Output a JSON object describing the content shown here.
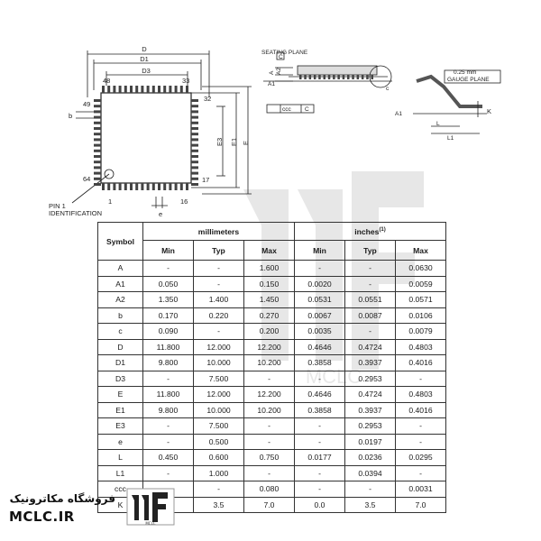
{
  "drawing": {
    "labels": {
      "D": "D",
      "D1": "D1",
      "D3": "D3",
      "E": "E",
      "E1": "E1",
      "E3": "E3",
      "pin48": "48",
      "pin33": "33",
      "pin49": "49",
      "pin32": "32",
      "pin64": "64",
      "pin17": "17",
      "pin1": "1",
      "pin16": "16",
      "b": "b",
      "e": "e",
      "pin1_id_line1": "PIN 1",
      "pin1_id_line2": "IDENTIFICATION",
      "seating_plane": "SEATING PLANE",
      "C": "C",
      "A": "A",
      "A1": "A1",
      "A2": "A2",
      "c": "c",
      "ccc": "ccc",
      "gauge_value": "0.25 mm",
      "gauge_plane": "GAUGE PLANE",
      "K": "K",
      "L": "L",
      "L1": "L1"
    }
  },
  "table": {
    "header": {
      "symbol": "Symbol",
      "millimeters": "millimeters",
      "inches": "inches",
      "inches_note": "(1)",
      "cols": [
        "Min",
        "Typ",
        "Max",
        "Min",
        "Typ",
        "Max"
      ]
    },
    "rows": [
      [
        "A",
        "-",
        "-",
        "1.600",
        "-",
        "-",
        "0.0630"
      ],
      [
        "A1",
        "0.050",
        "-",
        "0.150",
        "0.0020",
        "-",
        "0.0059"
      ],
      [
        "A2",
        "1.350",
        "1.400",
        "1.450",
        "0.0531",
        "0.0551",
        "0.0571"
      ],
      [
        "b",
        "0.170",
        "0.220",
        "0.270",
        "0.0067",
        "0.0087",
        "0.0106"
      ],
      [
        "c",
        "0.090",
        "-",
        "0.200",
        "0.0035",
        "-",
        "0.0079"
      ],
      [
        "D",
        "11.800",
        "12.000",
        "12.200",
        "0.4646",
        "0.4724",
        "0.4803"
      ],
      [
        "D1",
        "9.800",
        "10.000",
        "10.200",
        "0.3858",
        "0.3937",
        "0.4016"
      ],
      [
        "D3",
        "-",
        "7.500",
        "-",
        "-",
        "0.2953",
        "-"
      ],
      [
        "E",
        "11.800",
        "12.000",
        "12.200",
        "0.4646",
        "0.4724",
        "0.4803"
      ],
      [
        "E1",
        "9.800",
        "10.000",
        "10.200",
        "0.3858",
        "0.3937",
        "0.4016"
      ],
      [
        "E3",
        "-",
        "7.500",
        "-",
        "-",
        "0.2953",
        "-"
      ],
      [
        "e",
        "-",
        "0.500",
        "-",
        "-",
        "0.0197",
        "-"
      ],
      [
        "L",
        "0.450",
        "0.600",
        "0.750",
        "0.0177",
        "0.0236",
        "0.0295"
      ],
      [
        "L1",
        "-",
        "1.000",
        "-",
        "-",
        "0.0394",
        "-"
      ],
      [
        "ccc",
        "-",
        "-",
        "0.080",
        "-",
        "-",
        "0.0031"
      ],
      [
        "K",
        "0.0",
        "3.5",
        "7.0",
        "0.0",
        "3.5",
        "7.0"
      ]
    ]
  },
  "brand": {
    "persian": "فروشگاه مکاترونیک",
    "site": "MCLC.IR",
    "logo_text": "MCLC"
  },
  "watermark": {
    "letters": "MCLC"
  }
}
